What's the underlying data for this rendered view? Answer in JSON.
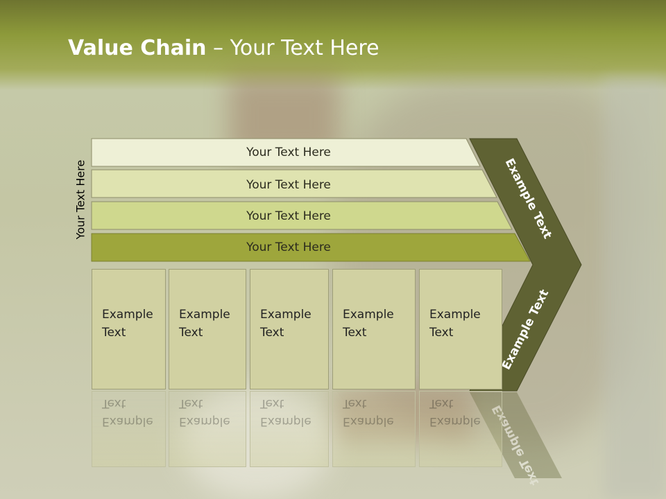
{
  "slide": {
    "title_bold": "Value Chain",
    "title_rest": " – Your Text Here",
    "side_label": "Your Text Here"
  },
  "rows": [
    {
      "label": "Your Text Here",
      "color": "#eef0d6"
    },
    {
      "label": "Your Text Here",
      "color": "#dfe3b0"
    },
    {
      "label": "Your Text Here",
      "color": "#cfd88e"
    },
    {
      "label": "Your Text Here",
      "color": "#9ea63c"
    }
  ],
  "columns": [
    {
      "label": "Example Text"
    },
    {
      "label": "Example Text"
    },
    {
      "label": "Example Text"
    },
    {
      "label": "Example Text"
    },
    {
      "label": "Example Text"
    }
  ],
  "chevron": {
    "upper_label": "Example Text",
    "lower_label": "Example Text",
    "color": "#5f6233"
  }
}
